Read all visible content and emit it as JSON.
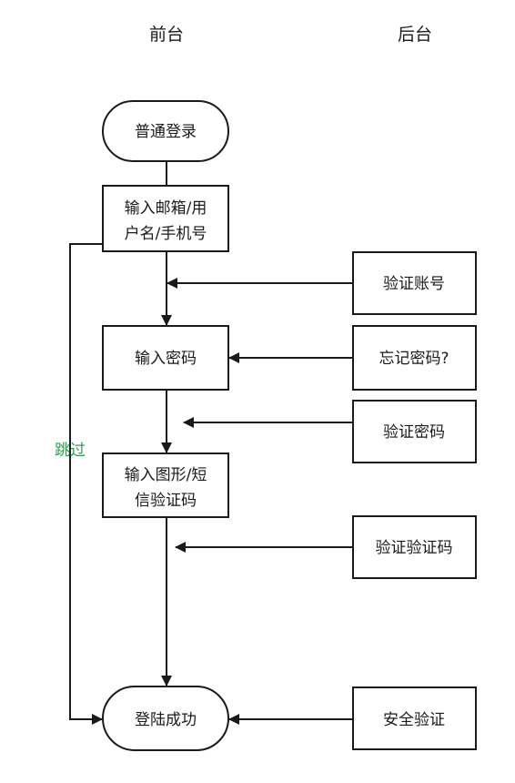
{
  "columns": {
    "front": "前台",
    "back": "后台"
  },
  "nodes": {
    "start": "普通登录",
    "input_account_line1": "输入邮箱/用",
    "input_account_line2": "户名/手机号",
    "input_password": "输入密码",
    "input_captcha_line1": "输入图形/短",
    "input_captcha_line2": "信验证码",
    "success": "登陆成功",
    "verify_account": "验证账号",
    "forgot_password": "忘记密码?",
    "verify_password": "验证密码",
    "verify_captcha": "验证验证码",
    "security_check": "安全验证"
  },
  "edges": {
    "skip": "跳过"
  }
}
